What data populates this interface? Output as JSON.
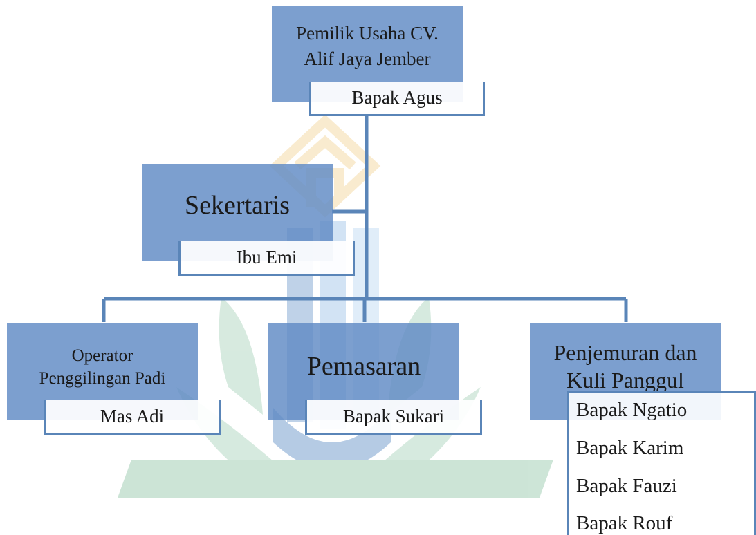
{
  "nodes": {
    "owner": {
      "title": "Pemilik Usaha CV. Alif Jaya Jember",
      "title_line1": "Pemilik Usaha CV.",
      "title_line2": "Alif Jaya Jember",
      "name": "Bapak Agus"
    },
    "secretary": {
      "title": "Sekertaris",
      "name": "Ibu Emi"
    },
    "operator": {
      "title_line1": "Operator",
      "title_line2": "Penggilingan Padi",
      "name": "Mas Adi"
    },
    "marketing": {
      "title": "Pemasaran",
      "name": "Bapak Sukari"
    },
    "drying": {
      "title_line1": "Penjemuran dan",
      "title_line2": "Kuli Panggul",
      "names": [
        "Bapak Ngatio",
        "Bapak Karim",
        "Bapak Fauzi",
        "Bapak Rouf"
      ]
    }
  },
  "colors": {
    "box": "#5f8ac4",
    "line": "#5a85b8",
    "watermark_gold": "#f0c878",
    "watermark_green": "#8dc4a4",
    "watermark_blue": "#7fb0e0"
  }
}
